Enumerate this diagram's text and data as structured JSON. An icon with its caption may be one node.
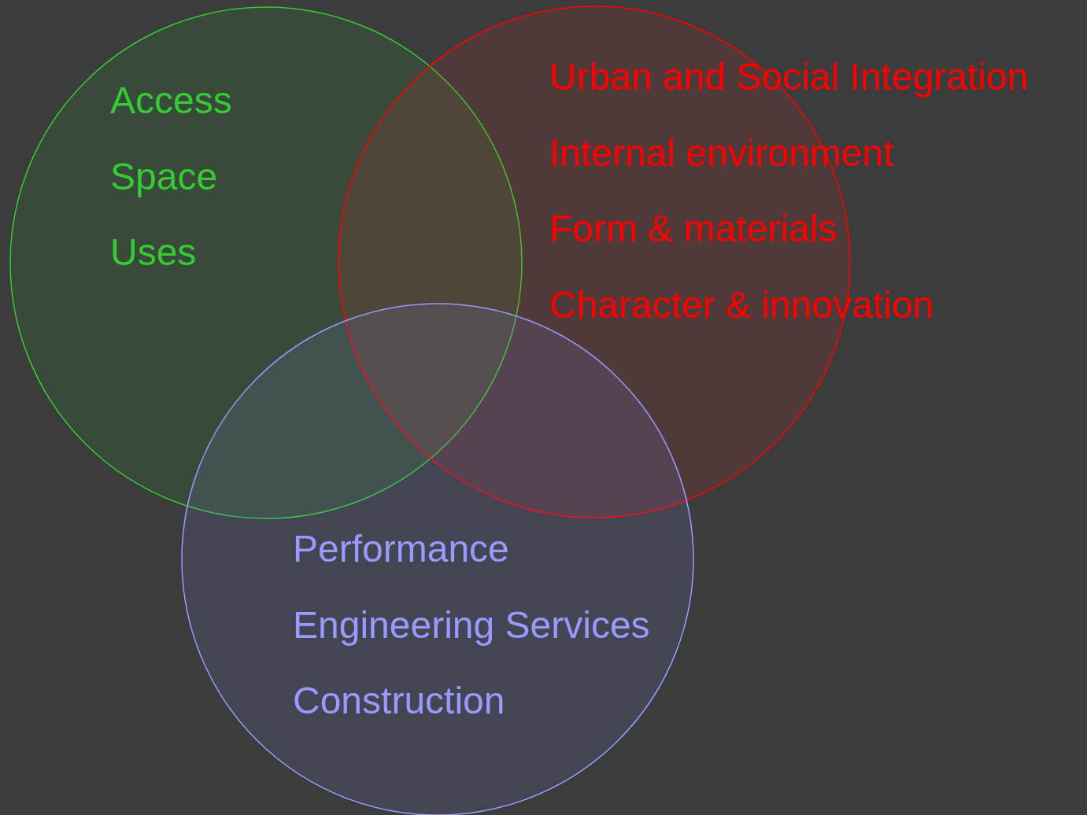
{
  "diagram": {
    "nodes": [
      {
        "text": [
          "Access",
          "Space",
          "Uses"
        ]
      },
      {
        "text": [
          "Urban and Social Integration",
          "Internal environment",
          "Form & materials",
          "Character & innovation"
        ]
      },
      {
        "text": [
          "Performance",
          "Engineering Services",
          "Construction"
        ]
      }
    ]
  }
}
